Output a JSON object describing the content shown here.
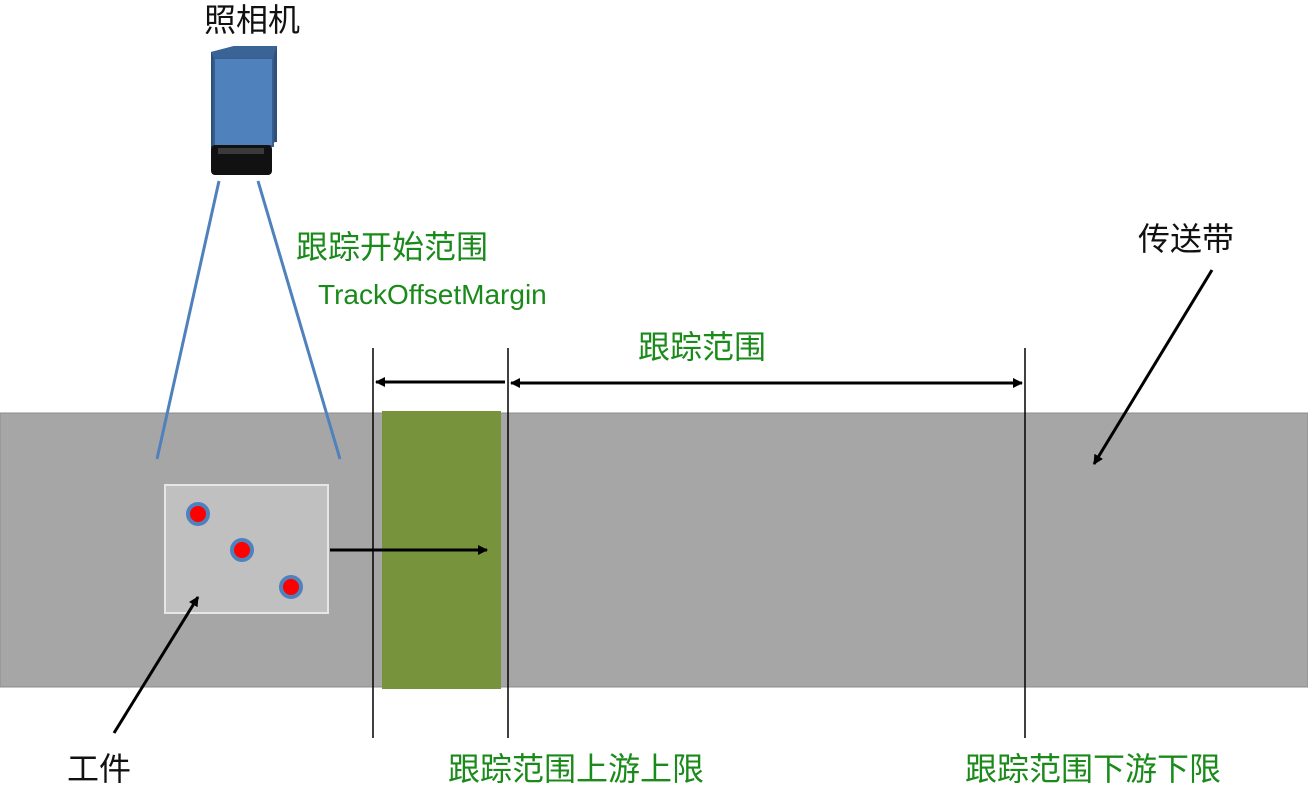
{
  "labels": {
    "camera": "照相机",
    "conveyor": "传送带",
    "workpiece": "工件",
    "track_start": "跟踪开始范围",
    "track_offset_margin": "TrackOffsetMargin",
    "track_range": "跟踪范围",
    "upstream_limit": "跟踪范围上游上限",
    "downstream_limit": "跟踪范围下游下限"
  },
  "colors": {
    "conveyor": "#a6a6a6",
    "track_start_zone": "#77933c",
    "workpiece": "#c0c0c0",
    "camera_body": "#4f81bd",
    "field_of_view": "#4f81bd",
    "marker_fill": "#ff0000",
    "marker_ring": "#4f81bd",
    "label_green": "#1a8a1a"
  }
}
